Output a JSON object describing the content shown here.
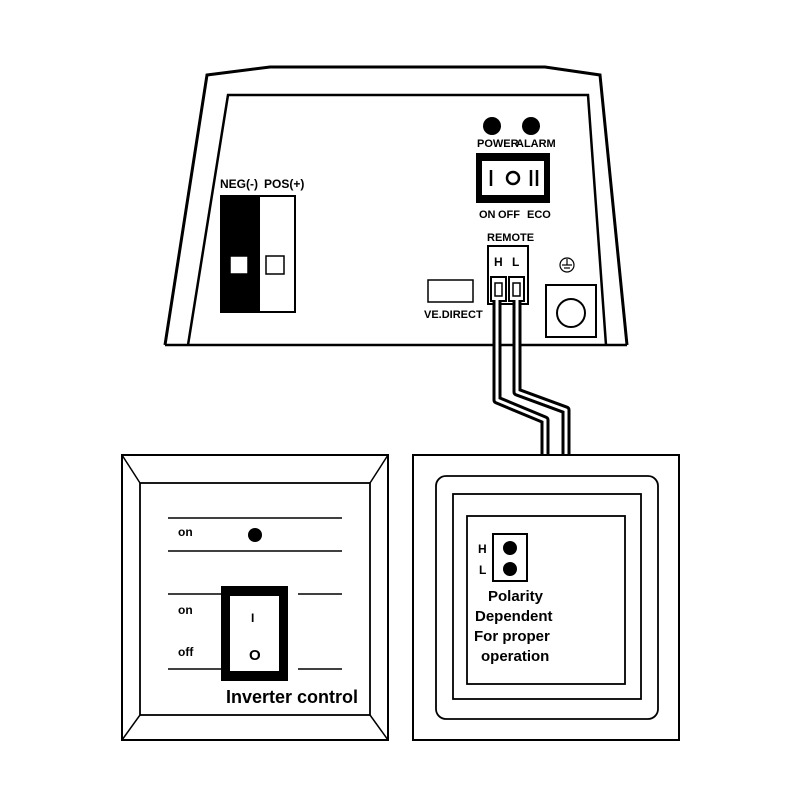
{
  "inverter": {
    "terminals": {
      "neg": "NEG(-)",
      "pos": "POS(+)"
    },
    "leds": {
      "power": "POWER",
      "alarm": "ALARM"
    },
    "switch_positions": {
      "on": "ON",
      "off": "OFF",
      "eco": "ECO"
    },
    "remote": {
      "label": "REMOTE",
      "h": "H",
      "l": "L"
    },
    "ve_direct": "VE.DIRECT"
  },
  "control_panel": {
    "led_label": "on",
    "switch_on_label": "on",
    "switch_off_label": "off",
    "switch_glyph_on": "I",
    "switch_glyph_off": "O",
    "title": "Inverter control"
  },
  "remote_panel": {
    "h": "H",
    "l": "L",
    "note_lines": [
      "Polarity",
      "Dependent",
      "For proper",
      "operation"
    ]
  }
}
